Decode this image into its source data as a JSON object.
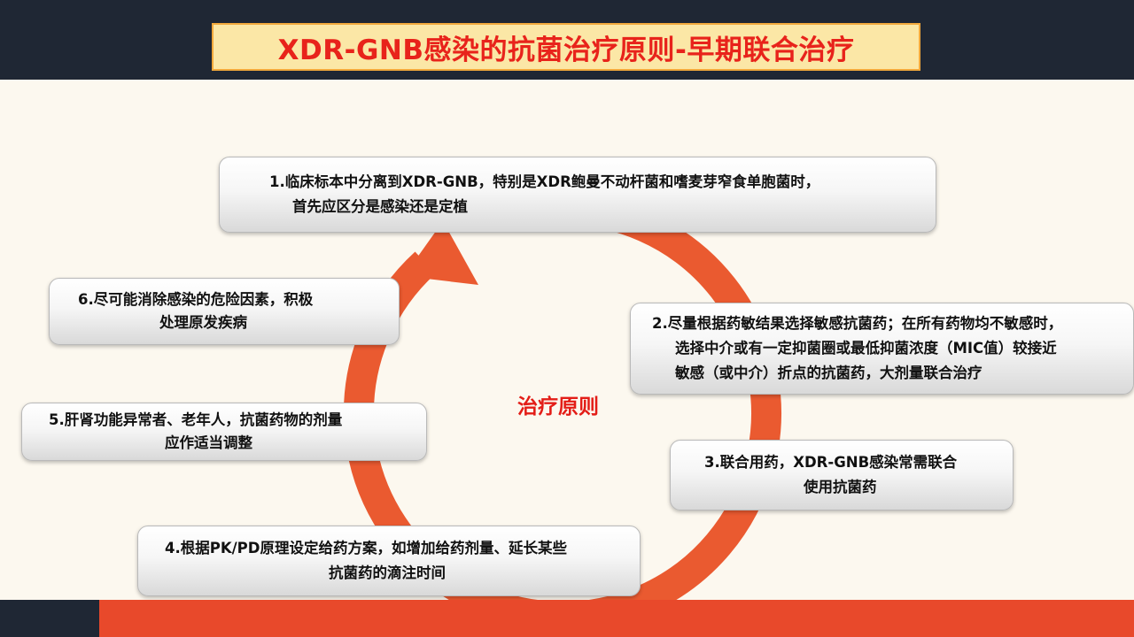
{
  "title": "XDR-GNB感染的抗菌治疗原则-早期联合治疗",
  "center_label": "治疗原则",
  "colors": {
    "header_bg": "#1f2734",
    "title_bg": "#fbe7a6",
    "title_text": "#e8231b",
    "arrow": "#ea5a30",
    "footer_accent": "#e8492b",
    "center_text": "#e31d17"
  },
  "steps": [
    {
      "line1": "1.临床标本中分离到XDR-GNB，特别是XDR鲍曼不动杆菌和嗜麦芽窄食单胞菌时，",
      "line2": "首先应区分是感染还是定植"
    },
    {
      "line1": "2.尽量根据药敏结果选择敏感抗菌药；在所有药物均不敏感时，",
      "line2": "选择中介或有一定抑菌圈或最低抑菌浓度（MIC值）较接近",
      "line3": "敏感（或中介）折点的抗菌药，大剂量联合治疗"
    },
    {
      "line1": "3.联合用药，XDR-GNB感染常需联合",
      "line2": "使用抗菌药"
    },
    {
      "line1": "4.根据PK/PD原理设定给药方案，如增加给药剂量、延长某些",
      "line2": "抗菌药的滴注时间"
    },
    {
      "line1": "5.肝肾功能异常者、老年人，抗菌药物的剂量",
      "line2": "应作适当调整"
    },
    {
      "line1": "6.尽可能消除感染的危险因素，积极",
      "line2": "处理原发疾病"
    }
  ]
}
